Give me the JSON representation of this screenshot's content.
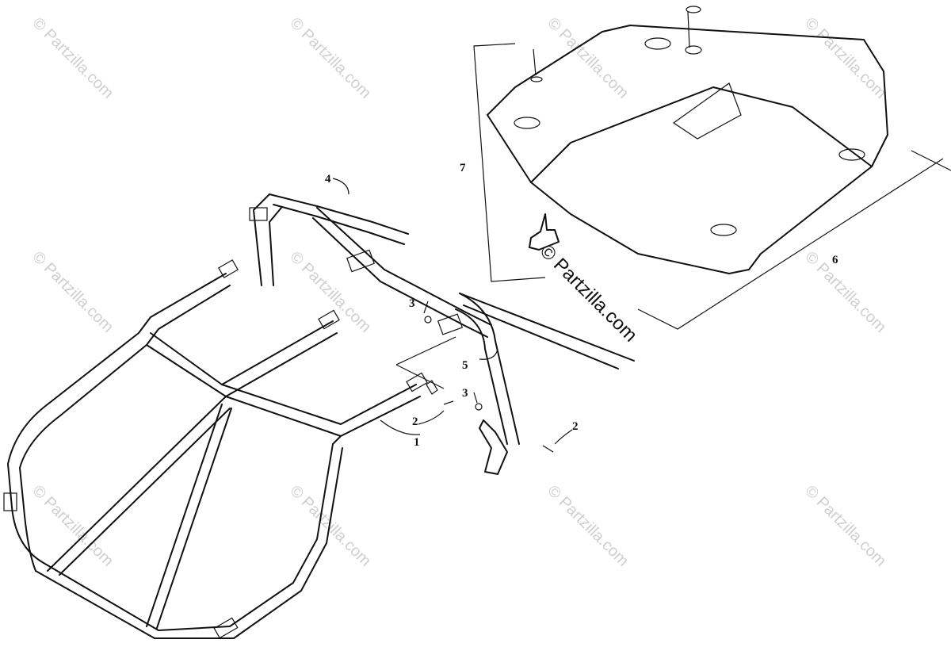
{
  "watermark": "© Partzilla.com",
  "brand_mark": "© Partzilla.com",
  "callouts": [
    {
      "id": "1",
      "text": "1"
    },
    {
      "id": "2a",
      "text": "2"
    },
    {
      "id": "2b",
      "text": "2"
    },
    {
      "id": "3a",
      "text": "3"
    },
    {
      "id": "3b",
      "text": "3"
    },
    {
      "id": "4",
      "text": "4"
    },
    {
      "id": "5",
      "text": "5"
    },
    {
      "id": "6",
      "text": "6"
    },
    {
      "id": "7",
      "text": "7"
    }
  ]
}
